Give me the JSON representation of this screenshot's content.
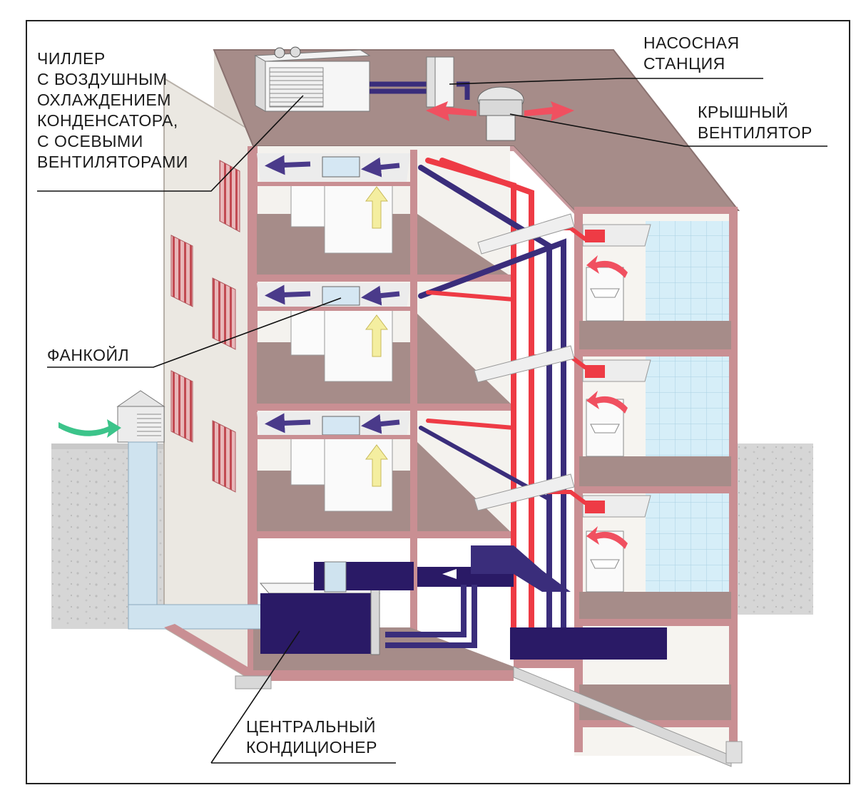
{
  "labels": {
    "chiller": "ЧИЛЛЕР\nС  ВОЗДУШНЫМ\nОХЛАЖДЕНИЕМ\nКОНДЕНСАТОРА,\nС  ОСЕВЫМИ\nВЕНТИЛЯТОРАМИ",
    "pump_station": "НАСОСНАЯ\nСТАНЦИЯ",
    "roof_fan": "КРЫШНЫЙ\nВЕНТИЛЯТОР",
    "fancoil": "ФАНКОЙЛ",
    "central_ac": "ЦЕНТРАЛЬНЫЙ\nКОНДИЦИОНЕР"
  },
  "colors": {
    "frame": "#c98f93",
    "floor": "#a48a87",
    "wall": "#e9e6e0",
    "supply_pipe": "#ee3b45",
    "return_pipe": "#3a2d7b",
    "duct": "#b8d4e6",
    "ac_unit": "#2a1a66",
    "fresh_air_arrow": "#3cc48a",
    "warm_arrow": "#f05060",
    "exhaust_arrow": "#4a3a8a",
    "rising_arrow": "#f4eea0",
    "ground": "#d9d9d9",
    "tile": "#cfe9f5"
  }
}
